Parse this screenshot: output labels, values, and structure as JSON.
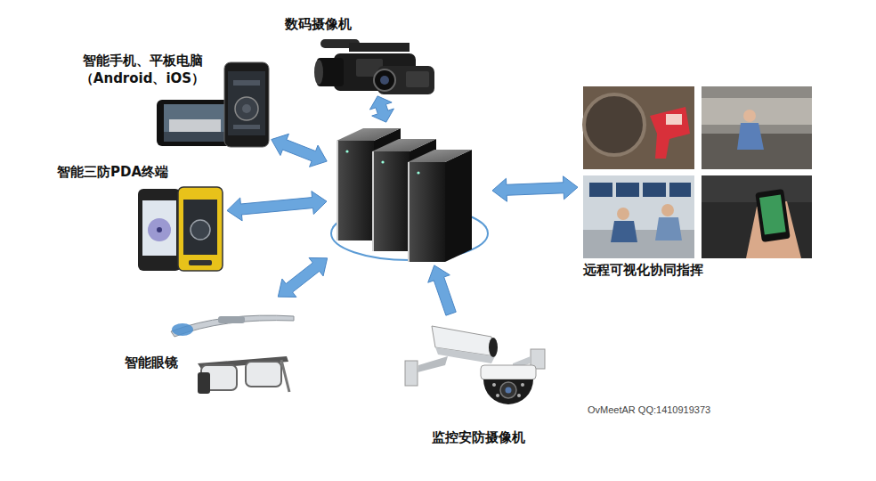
{
  "diagram": {
    "nodes": [
      {
        "text": [
          "数码摄像机"
        ]
      },
      {
        "text": [
          "智能手机、平板电脑 （Android、iOS）"
        ]
      },
      {
        "text": []
      },
      {
        "text": [
          "智能三防PDA终端"
        ]
      },
      {
        "text": [
          "远程可视化协同指挥"
        ]
      },
      {
        "text": [
          "智能眼镜"
        ]
      },
      {
        "text": [
          "监控安防摄像机"
        ]
      }
    ],
    "edges": [
      {
        "from": 2,
        "to": 0,
        "arrow": "both"
      },
      {
        "from": 2,
        "to": 1,
        "arrow": "both"
      },
      {
        "from": 2,
        "to": 3,
        "arrow": "both"
      },
      {
        "from": 2,
        "to": 4,
        "arrow": "both"
      },
      {
        "from": 2,
        "to": 5,
        "arrow": "both"
      },
      {
        "from": 6,
        "to": 2,
        "arrow": "to"
      }
    ],
    "labels": [
      "OvMeetAR QQ:1410919373"
    ]
  }
}
